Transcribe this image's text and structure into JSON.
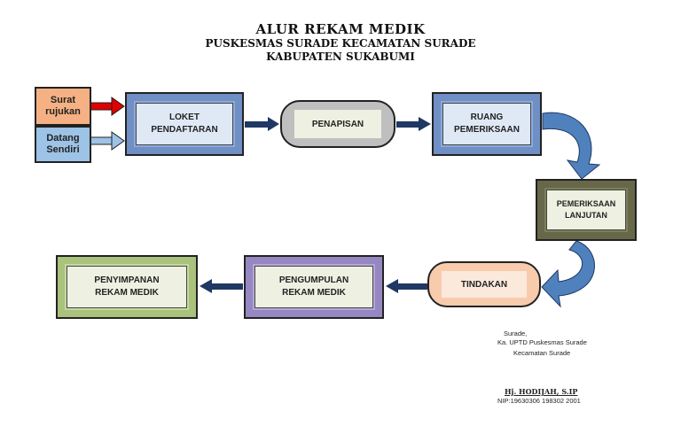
{
  "header": {
    "line1": "ALUR REKAM MEDIK",
    "line2": "PUSKESMAS SURADE  KECAMATAN SURADE",
    "line3": "KABUPATEN SUKABUMI"
  },
  "sources": [
    {
      "line1": "Surat",
      "line2": "rujukan",
      "color": "#f5b183"
    },
    {
      "line1": "Datang",
      "line2": "Sendiri",
      "color": "#9dc3e6"
    }
  ],
  "steps": {
    "loket": {
      "line1": "LOKET",
      "line2": "PENDAFTARAN"
    },
    "penapisan": {
      "label": "PENAPISAN"
    },
    "ruang": {
      "line1": "RUANG",
      "line2": "PEMERIKSAAN"
    },
    "lanjutan": {
      "line1": "PEMERIKSAAN",
      "line2": "LANJUTAN"
    },
    "tindakan": {
      "label": "TINDAKAN"
    },
    "pengumpulan": {
      "line1": "PENGUMPULAN",
      "line2": "REKAM MEDIK"
    },
    "penyimpanan": {
      "line1": "PENYIMPANAN",
      "line2": "REKAM MEDIK"
    }
  },
  "signature": {
    "place": "Surade,",
    "position": "Ka. UPTD Puskesmas Surade",
    "district": "Kecamatan Surade",
    "name": "Hj. HODIJAH, S.IP",
    "nip": "NIP:19630306 198302 2001"
  },
  "colors": {
    "arrow_dark": "#1f3864",
    "arrow_red": "#e00000",
    "arrow_blue": "#4f81bd"
  }
}
